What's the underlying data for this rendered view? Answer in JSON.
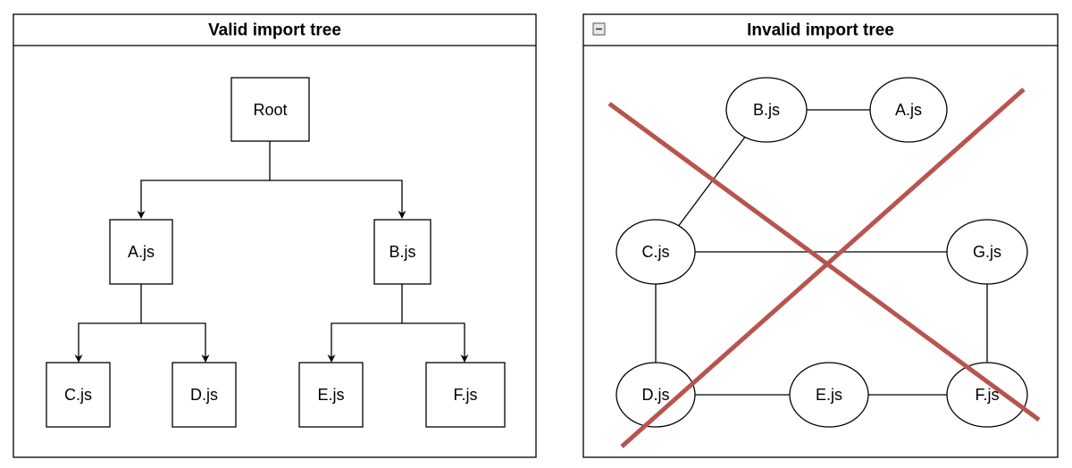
{
  "colors": {
    "stroke": "#000000",
    "background": "#ffffff",
    "cross": "#b85450"
  },
  "valid_tree": {
    "title": "Valid import tree",
    "nodes": {
      "root": "Root",
      "a": "A.js",
      "b": "B.js",
      "c": "C.js",
      "d": "D.js",
      "e": "E.js",
      "f": "F.js"
    },
    "edges": [
      {
        "from": "Root",
        "to": "A.js"
      },
      {
        "from": "Root",
        "to": "B.js"
      },
      {
        "from": "A.js",
        "to": "C.js"
      },
      {
        "from": "A.js",
        "to": "D.js"
      },
      {
        "from": "B.js",
        "to": "E.js"
      },
      {
        "from": "B.js",
        "to": "F.js"
      }
    ]
  },
  "invalid_tree": {
    "title": "Invalid import tree",
    "collapse_icon": "minus-square-icon",
    "nodes": {
      "b": "B.js",
      "a": "A.js",
      "c": "C.js",
      "g": "G.js",
      "d": "D.js",
      "e": "E.js",
      "f": "F.js"
    },
    "edges": [
      {
        "from": "B.js",
        "to": "A.js"
      },
      {
        "from": "B.js",
        "to": "C.js"
      },
      {
        "from": "C.js",
        "to": "G.js"
      },
      {
        "from": "C.js",
        "to": "D.js"
      },
      {
        "from": "G.js",
        "to": "F.js"
      },
      {
        "from": "D.js",
        "to": "E.js"
      },
      {
        "from": "E.js",
        "to": "F.js"
      }
    ],
    "crossed_out": true
  }
}
